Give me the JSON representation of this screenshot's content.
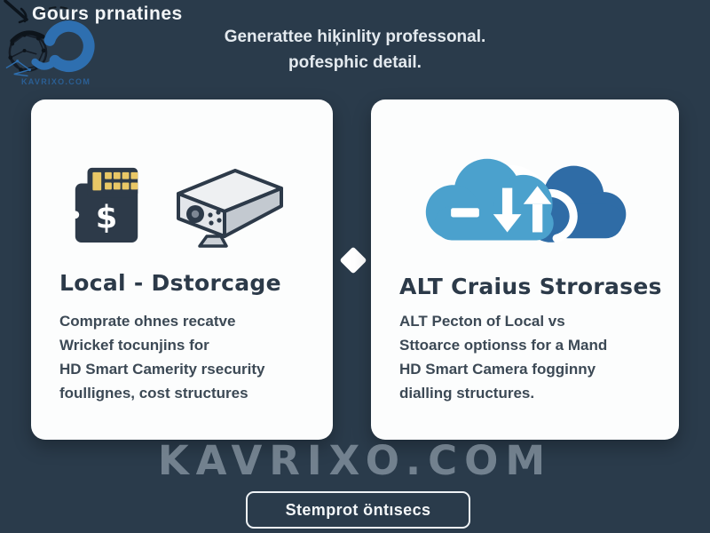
{
  "brand": {
    "title": "Gours prnatines",
    "domain_text": "KAVRIXO.COM"
  },
  "tagline": {
    "line1": "Generattee hiķinlity professonal.",
    "line2": "pofesphic detail."
  },
  "comparison": {
    "left": {
      "title": "Local - Dstorcage",
      "body_lines": [
        "Comprate ohnes recatve",
        "Wrickef tocunjins for",
        "HD Smart Camerity rsecurity",
        "foullignes, cost structures"
      ],
      "sd_symbol": "$",
      "icons": [
        "sd-card-icon",
        "camera-device-icon"
      ]
    },
    "right": {
      "title": "ALT Craius Strorases",
      "body_lines": [
        "ALT Pecton of Local vs",
        "Sttoarce optionss for a Mand",
        "HD Smart Camera fogginny",
        "dialling structures."
      ],
      "icons": [
        "cloud-sync-icon"
      ]
    }
  },
  "watermark": "KAVRIXO.COM",
  "footer": {
    "button_label": "Stemprot öntısecs"
  },
  "colors": {
    "background": "#2a3b4b",
    "card": "#fcfdfd",
    "accent_blue": "#2e6fb0",
    "cloud_light": "#4ba1cd",
    "cloud_dark": "#2f6ca6",
    "pad_gold": "#e9c766",
    "ink": "#2c3a49",
    "watermark_gray": "#a4b0bc"
  }
}
